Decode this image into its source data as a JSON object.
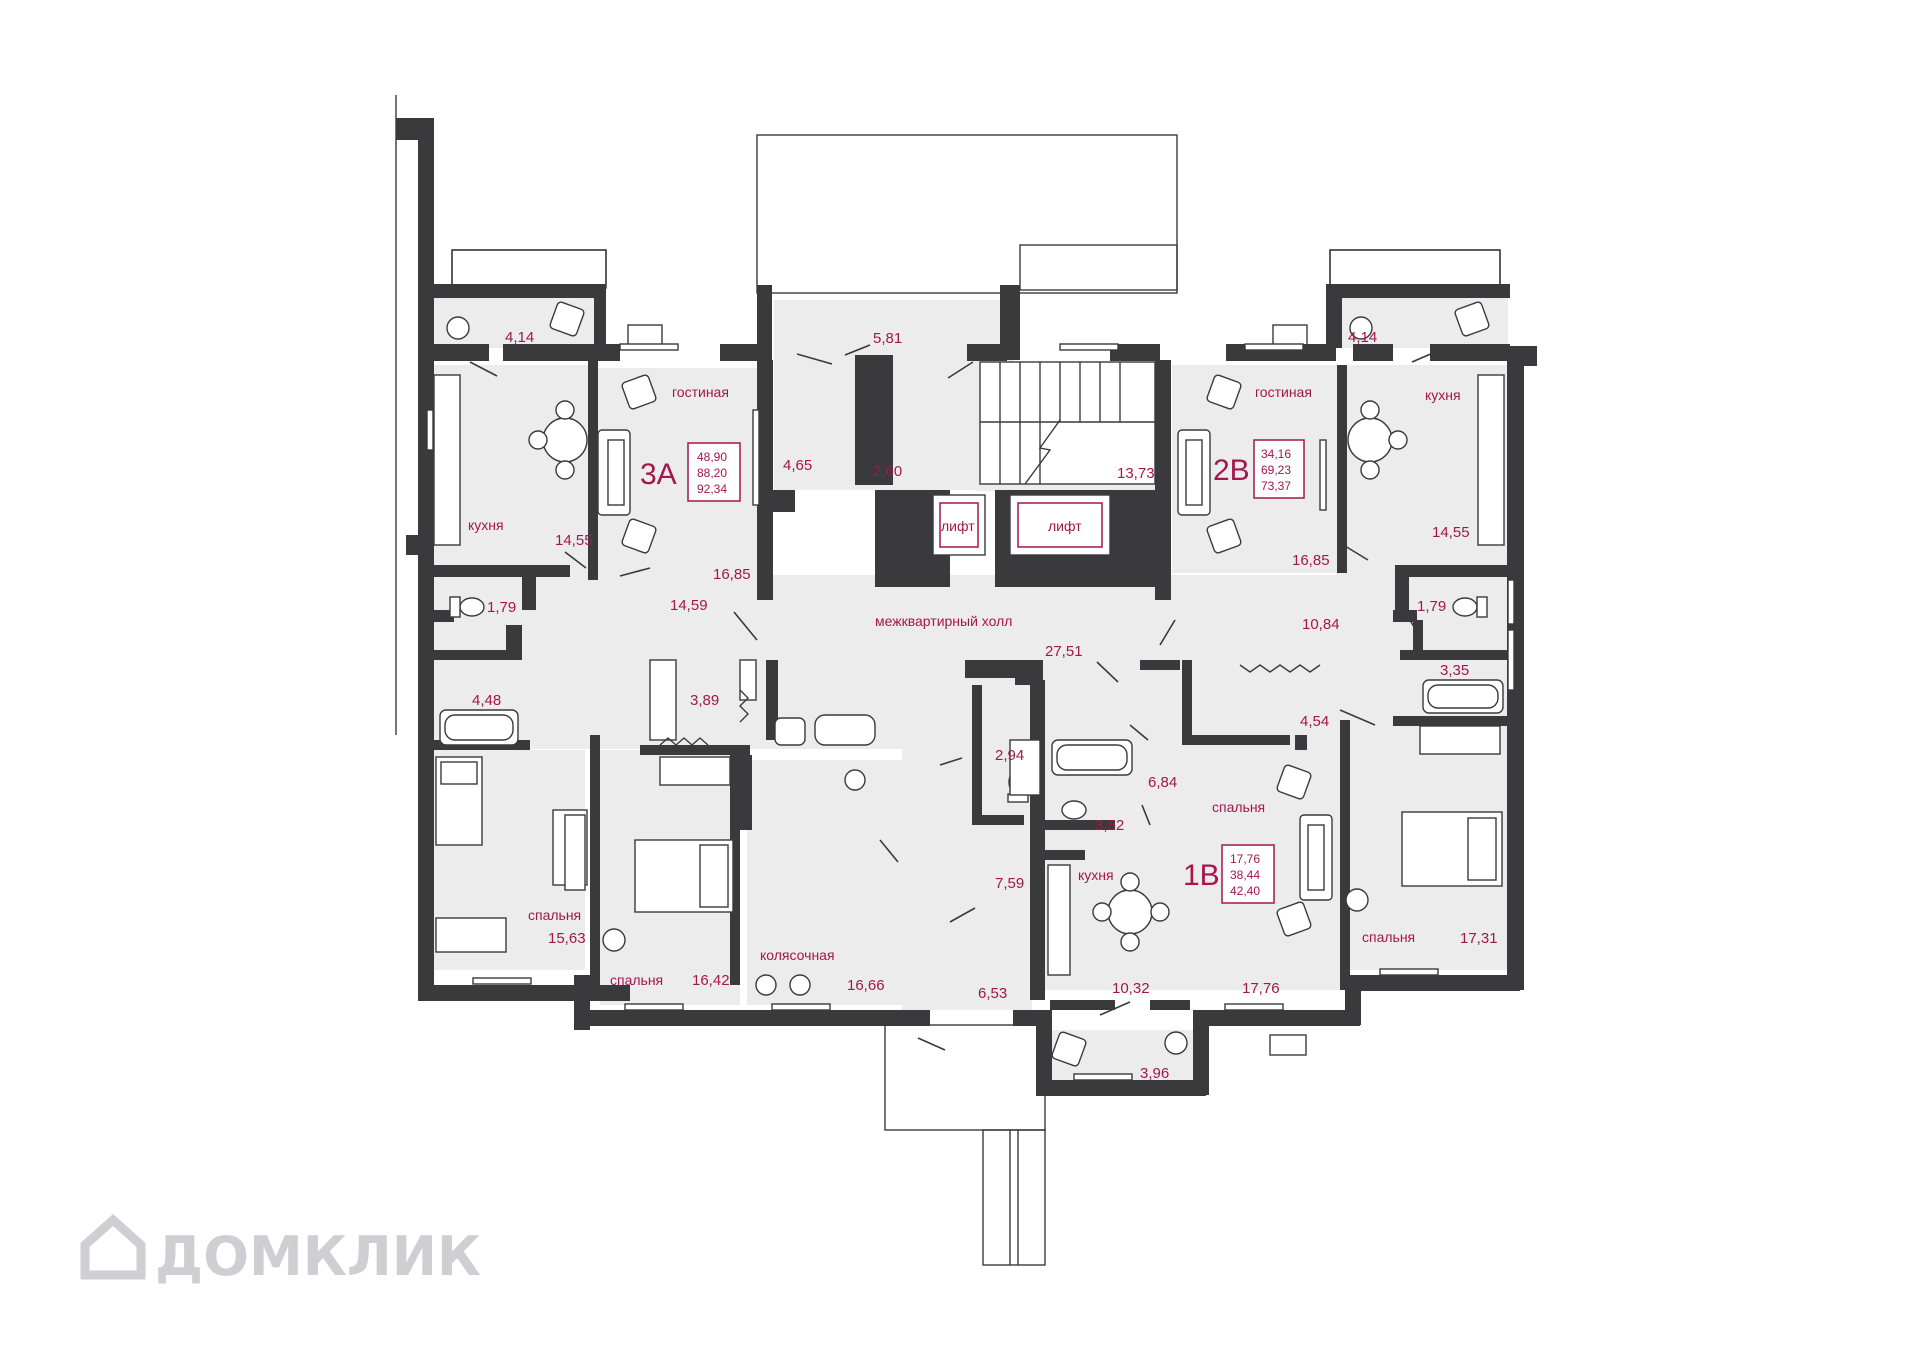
{
  "apartments": [
    {
      "code": "3А",
      "living": "48,90",
      "total": "88,20",
      "total_balcony": "92,34"
    },
    {
      "code": "2В",
      "living": "34,16",
      "total": "69,23",
      "total_balcony": "73,37"
    },
    {
      "code": "1В",
      "living": "17,76",
      "total": "38,44",
      "total_balcony": "42,40"
    }
  ],
  "room_labels": {
    "living_3a": "гостиная",
    "kitchen_3a": "кухня",
    "bedroom_3a_1": "спальня",
    "bedroom_3a_2": "спальня",
    "living_2b": "гостиная",
    "kitchen_2b": "кухня",
    "bedroom_2b": "спальня",
    "bedroom_1b": "спальня",
    "kitchen_1b": "кухня",
    "stroller": "колясочная",
    "hall": "межквартирный холл",
    "lift_1": "лифт",
    "lift_2": "лифт"
  },
  "areas": {
    "balcony_3a": "4,14",
    "balcony_2b": "4,14",
    "vestibule": "5,81",
    "corridor_a": "4,65",
    "store": "2,60",
    "stairs": "13,73",
    "kitchen_3a": "14,55",
    "living_3a": "16,85",
    "hall_3a": "14,59",
    "wc_3a": "1,79",
    "bath_3a": "4,48",
    "wardrobe_3a": "3,89",
    "bedroom_3a_1": "15,63",
    "bedroom_3a_2": "16,42",
    "stroller": "16,66",
    "lobby": "7,59",
    "entrance": "6,53",
    "wc_common": "2,94",
    "hall": "27,51",
    "living_2b": "16,85",
    "kitchen_2b": "14,55",
    "wc_2b": "1,79",
    "hall_2b": "10,84",
    "bath_2b": "3,35",
    "wardrobe_2b": "4,54",
    "bedroom_2b": "17,31",
    "bath_1b": "3,52",
    "hall_1b": "6,84",
    "kitchen_1b": "10,32",
    "bedroom_1b": "17,76",
    "balcony_1b": "3,96"
  },
  "watermark": "ДОМКЛИК",
  "colors": {
    "wall": "#3a3a3c",
    "room": "#ececec",
    "accent": "#a3174a"
  }
}
